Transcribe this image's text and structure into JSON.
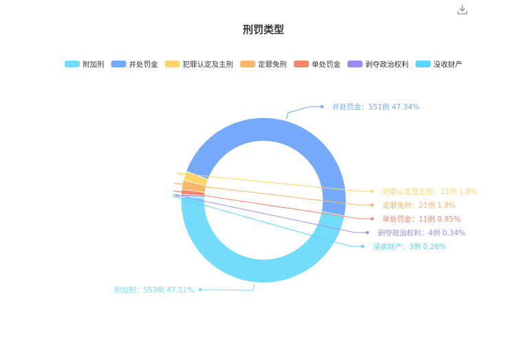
{
  "toolbar": {
    "download_icon": "download-icon"
  },
  "chart_data": {
    "type": "pie",
    "subtype": "donut",
    "title": "刑罚类型",
    "legend_position": "top",
    "series": [
      {
        "name": "附加刑",
        "value": 553,
        "percent": "47.51%",
        "color": "#73dcfb",
        "label": "附加刑：553例  47.51%"
      },
      {
        "name": "并处罚金",
        "value": 551,
        "percent": "47.34%",
        "color": "#74aaf9",
        "label": "并处罚金：551例  47.34%"
      },
      {
        "name": "犯罪认定及主刑",
        "value": 21,
        "percent": "1.8%",
        "color": "#fcd56a",
        "label": "犯罪认定及主刑：21例  1.8%"
      },
      {
        "name": "定罪免刑",
        "value": 21,
        "percent": "1.8%",
        "color": "#f9b56a",
        "label": "定罪免刑：21例  1.8%"
      },
      {
        "name": "单处罚金",
        "value": 11,
        "percent": "0.95%",
        "color": "#f7856b",
        "label": "单处罚金：11例  0.95%"
      },
      {
        "name": "剥夺政治权利",
        "value": 4,
        "percent": "0.34%",
        "color": "#9d8af2",
        "label": "剥夺政治权利：4例  0.34%"
      },
      {
        "name": "没收财产",
        "value": 3,
        "percent": "0.26%",
        "color": "#5ad6fa",
        "label": "没收财产：3例  0.26%"
      }
    ]
  }
}
